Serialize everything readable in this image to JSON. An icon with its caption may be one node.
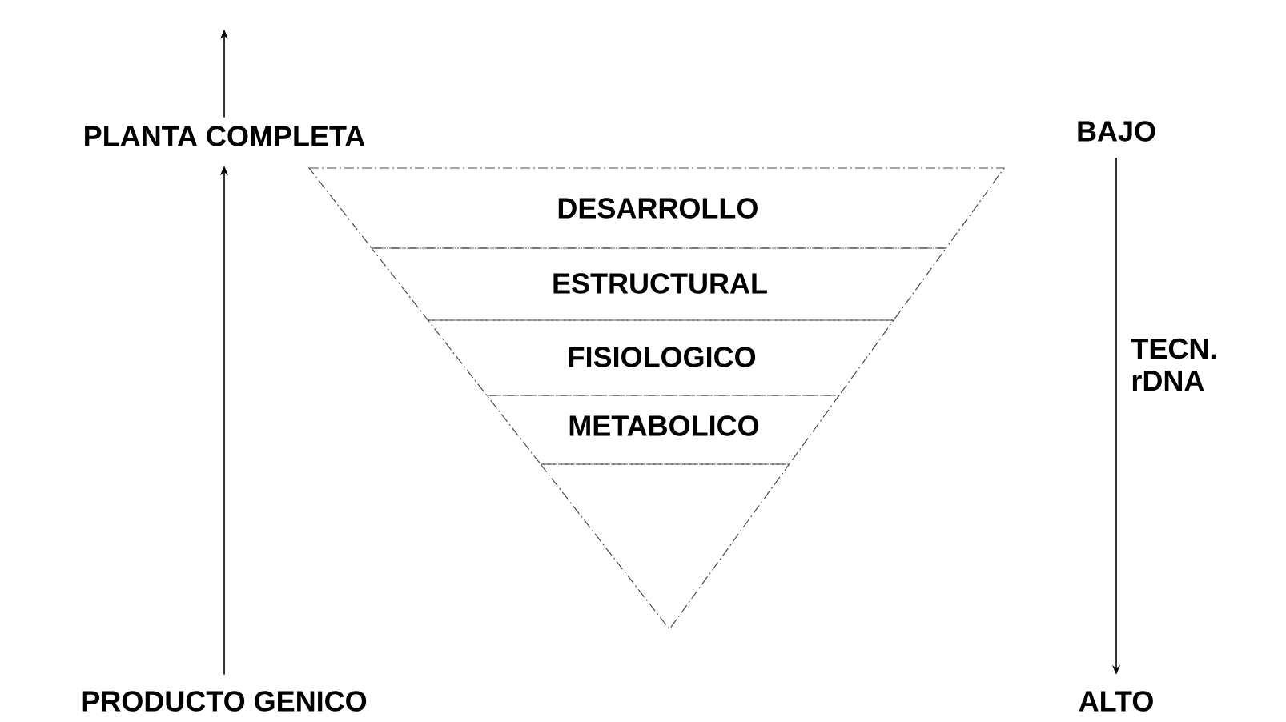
{
  "diagram": {
    "nodes": [
      {
        "text": [
          "PLANTA COMPLETA"
        ]
      },
      {
        "text": [
          "PRODUCTO GENICO"
        ]
      },
      {
        "text": [
          "BAJO"
        ]
      },
      {
        "text": [
          "ALTO"
        ]
      },
      {
        "text": [
          "DESARROLLO"
        ]
      },
      {
        "text": [
          "ESTRUCTURAL"
        ]
      },
      {
        "text": [
          "FISIOLOGICO"
        ]
      },
      {
        "text": [
          "METABOLICO"
        ]
      },
      {
        "text": [],
        "shape": "triangle"
      }
    ],
    "edges": [
      {
        "from": 1,
        "to": 0,
        "arrow": "to"
      },
      {
        "from": 0,
        "to": null,
        "arrow": "to"
      },
      {
        "from": 2,
        "to": 3,
        "arrow": "to",
        "label": "TECN. rDNA"
      }
    ]
  }
}
